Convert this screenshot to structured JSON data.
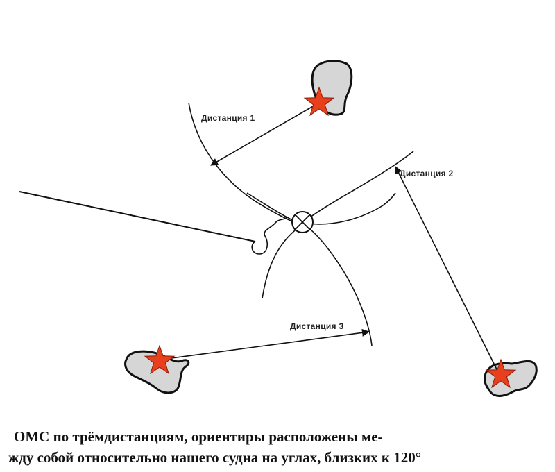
{
  "labels": {
    "distance_1": "Дистанция 1",
    "distance_2": "Дистанция 2",
    "distance_3": "Дистанция 3"
  },
  "caption": {
    "line1": "ОМС по трёмдистанциям, ориентиры расположены ме-",
    "line2": "жду собой относительно нашего судна на углах, близких к 120°"
  },
  "colors": {
    "star": "#e8401c",
    "land_fill": "#d6d6d6",
    "line": "#111111"
  },
  "icons": {
    "landmark": "red-star-icon",
    "fix": "circled-cross-icon"
  }
}
